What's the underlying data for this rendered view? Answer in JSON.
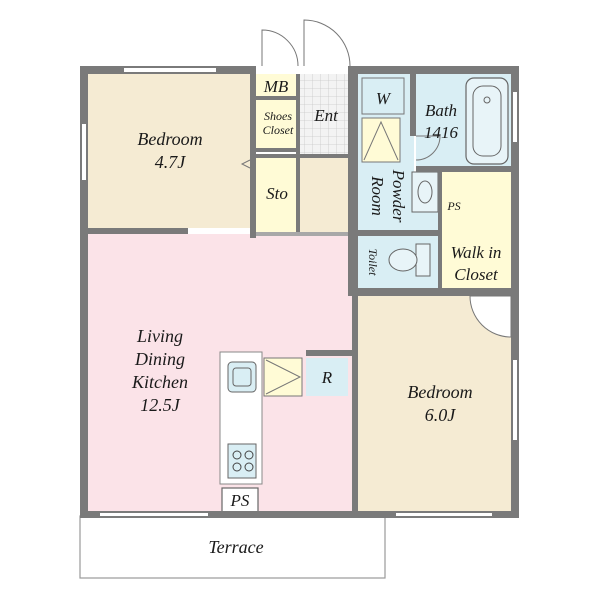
{
  "rooms": {
    "bedroom_a": {
      "name": "Bedroom",
      "size": "4.7J"
    },
    "bedroom_b": {
      "name": "Bedroom",
      "size": "6.0J"
    },
    "ldk": {
      "lines": [
        "Living",
        "Dining",
        "Kitchen",
        "12.5J"
      ]
    },
    "mb": "MB",
    "shoes_closet": [
      "Shoes",
      "Closet"
    ],
    "entrance": "Ent",
    "storage": "Sto",
    "washer": "W",
    "bath": {
      "name": "Bath",
      "size": "1416"
    },
    "powder_room": [
      "Powder",
      "Room"
    ],
    "ps_bath": "PS",
    "toilet": "Toilet",
    "walk_in_closet": [
      "Walk in",
      "Closet"
    ],
    "refrigerator": "R",
    "ps_kitchen": "PS",
    "terrace": "Terrace"
  },
  "colors": {
    "bedroom": "#f5ebd3",
    "ldk": "#fbe3e8",
    "wet_area": "#d9eef4",
    "closet": "#fffbd6",
    "entrance_tile": "#f2f2f2",
    "wall": "#7a7a7a"
  }
}
